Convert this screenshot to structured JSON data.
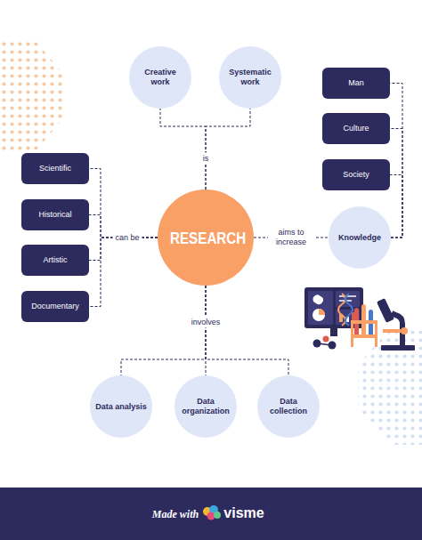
{
  "diagram": {
    "nodes": [
      {
        "text": [
          "Creative work"
        ]
      },
      {
        "text": [
          "Systematic work"
        ]
      },
      {
        "text": [
          "Man"
        ]
      },
      {
        "text": [
          "Culture"
        ]
      },
      {
        "text": [
          "Society"
        ]
      },
      {
        "text": [
          "Scientific"
        ]
      },
      {
        "text": [
          "Historical"
        ]
      },
      {
        "text": [
          "Artistic"
        ]
      },
      {
        "text": [
          "Documentary"
        ]
      },
      {
        "text": [
          "RESEARCH"
        ]
      },
      {
        "text": [
          "Knowledge"
        ]
      },
      {
        "text": [
          "Data analysis"
        ]
      },
      {
        "text": [
          "Data organization"
        ]
      },
      {
        "text": [
          "Data collection"
        ]
      }
    ],
    "edges": [
      {
        "from": 9,
        "to": 0,
        "label": "is",
        "arrow": "none"
      },
      {
        "from": 9,
        "to": 1,
        "arrow": "none"
      },
      {
        "from": 9,
        "to": 5,
        "label": "can be",
        "arrow": "none"
      },
      {
        "from": 9,
        "to": 6,
        "arrow": "none"
      },
      {
        "from": 9,
        "to": 7,
        "arrow": "none"
      },
      {
        "from": 9,
        "to": 8,
        "arrow": "none"
      },
      {
        "from": 9,
        "to": 10,
        "label": "aims to increase",
        "arrow": "none"
      },
      {
        "from": 10,
        "to": 2,
        "arrow": "none"
      },
      {
        "from": 10,
        "to": 3,
        "arrow": "none"
      },
      {
        "from": 10,
        "to": 4,
        "arrow": "none"
      },
      {
        "from": 9,
        "to": 11,
        "label": "involves",
        "arrow": "none"
      },
      {
        "from": 9,
        "to": 12,
        "arrow": "none"
      },
      {
        "from": 9,
        "to": 13,
        "arrow": "none"
      }
    ],
    "labels": [
      "Made with",
      "visme"
    ]
  }
}
